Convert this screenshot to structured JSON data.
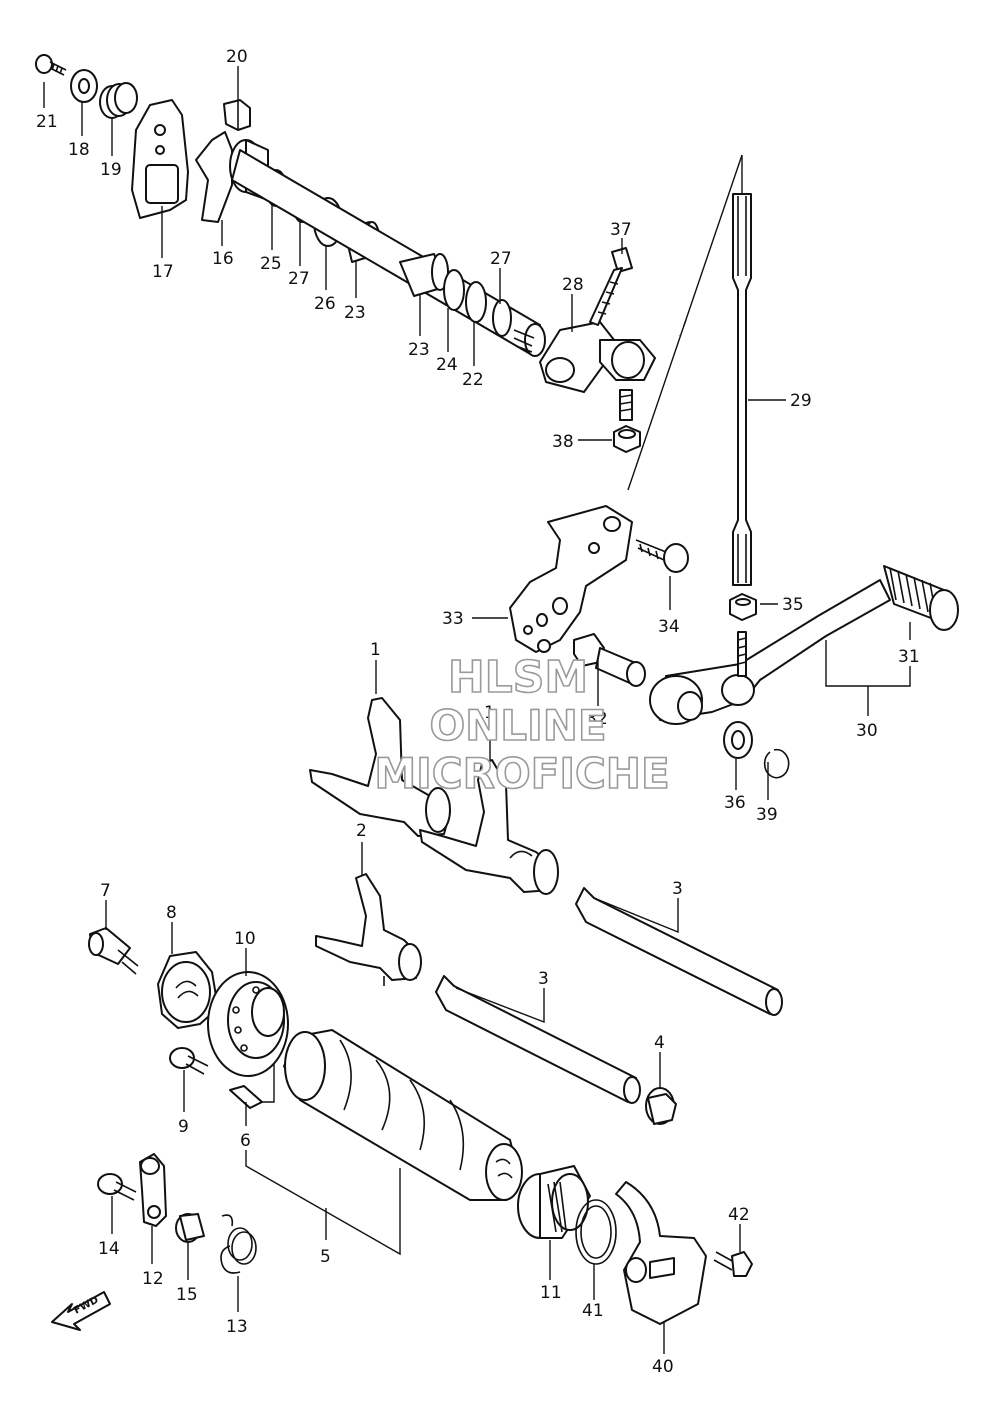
{
  "watermark": {
    "line1": "HLSM",
    "line2": "ONLINE",
    "line3": "MICROFICHE"
  },
  "fwd": {
    "text": "FWD"
  },
  "labels": {
    "p21": "21",
    "p18": "18",
    "p19": "19",
    "p20": "20",
    "p17": "17",
    "p16": "16",
    "p25": "25",
    "p27a": "27",
    "p26": "26",
    "p23a": "23",
    "p23b": "23",
    "p24": "24",
    "p22": "22",
    "p27b": "27",
    "p28": "28",
    "p37": "37",
    "p38": "38",
    "p29": "29",
    "p33": "33",
    "p34": "34",
    "p35": "35",
    "p31": "31",
    "p30": "30",
    "p32": "32",
    "p1a": "1",
    "p1b": "1",
    "p36": "36",
    "p39": "39",
    "p2": "2",
    "p3a": "3",
    "p3b": "3",
    "p7": "7",
    "p8": "8",
    "p10": "10",
    "p9": "9",
    "p6": "6",
    "p4": "4",
    "p5": "5",
    "p14": "14",
    "p12": "12",
    "p15": "15",
    "p13": "13",
    "p11": "11",
    "p41": "41",
    "p42": "42",
    "p40": "40"
  }
}
